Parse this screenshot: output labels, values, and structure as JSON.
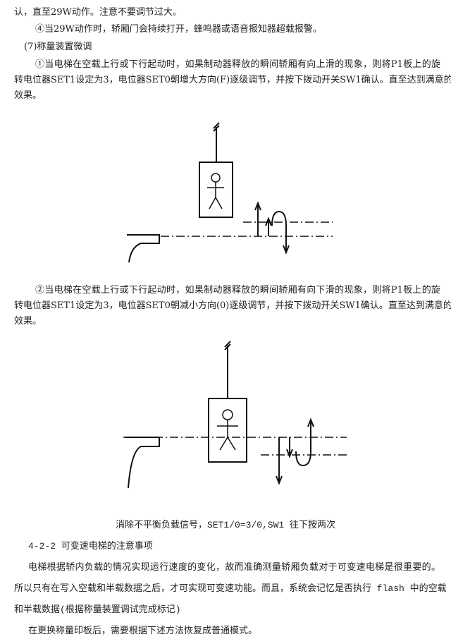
{
  "intro": {
    "line1": "认，直至29W动作。注意不要调节过大。",
    "line2": "④当29W动作时，轿厢门会持续打开，蜂鸣器或语音报知器超载报警。"
  },
  "section7": {
    "heading": "(7)称量装置微调",
    "item1": [
      "①当电梯在空载上行或下行起动时，如果制动器释放的瞬间轿厢有向上滑的现象，则将P1板上的旋",
      "转电位器SET1设定为3，电位器SET0朝增大方向(F)逐级调节，并按下拨动开关SW1确认。直至达到满意的",
      "效果。"
    ],
    "item2": [
      "②当电梯在空载上行或下行起动时，如果制动器释放的瞬间轿厢有向下滑的现象，则将P1板上的旋",
      "转电位器SET1设定为3，电位器SET0朝减小方向(0)逐级调节，并按下拨动开关SW1确认。直至达到满意的",
      "效果。"
    ]
  },
  "caption": "消除不平衡负载信号，SET1/0=3/0,SW1 往下按两次",
  "section422": {
    "heading": "4-2-2 可变速电梯的注意事项",
    "para1": [
      "电梯根据轿内负载的情况实现运行速度的变化，故而准确测量轿厢负载对于可变速电梯是很重要的。",
      "所以只有在写入空载和半载数据之后，才可实现可变速功能。而且，系统会记忆是否执行 flash 中的空载",
      "和半载数据(根据称量装置调试完成标记)"
    ],
    "para2": "在更换称量印板后，需要根据下述方法恢复成普通模式。"
  }
}
